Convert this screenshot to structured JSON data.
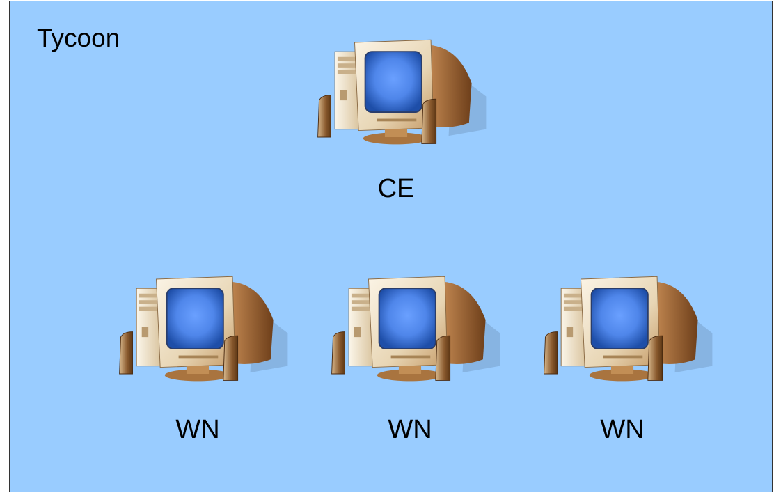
{
  "diagram": {
    "background": "#99ccff",
    "title": "Tycoon",
    "nodes": [
      {
        "id": "ce",
        "label": "CE",
        "icon": "desktop-computer-icon"
      },
      {
        "id": "wn1",
        "label": "WN",
        "icon": "desktop-computer-icon"
      },
      {
        "id": "wn2",
        "label": "WN",
        "icon": "desktop-computer-icon"
      },
      {
        "id": "wn3",
        "label": "WN",
        "icon": "desktop-computer-icon"
      }
    ]
  },
  "colors": {
    "screen": "#5b8ff5",
    "case_light": "#f1e6cf",
    "case_dark": "#a9743f"
  }
}
